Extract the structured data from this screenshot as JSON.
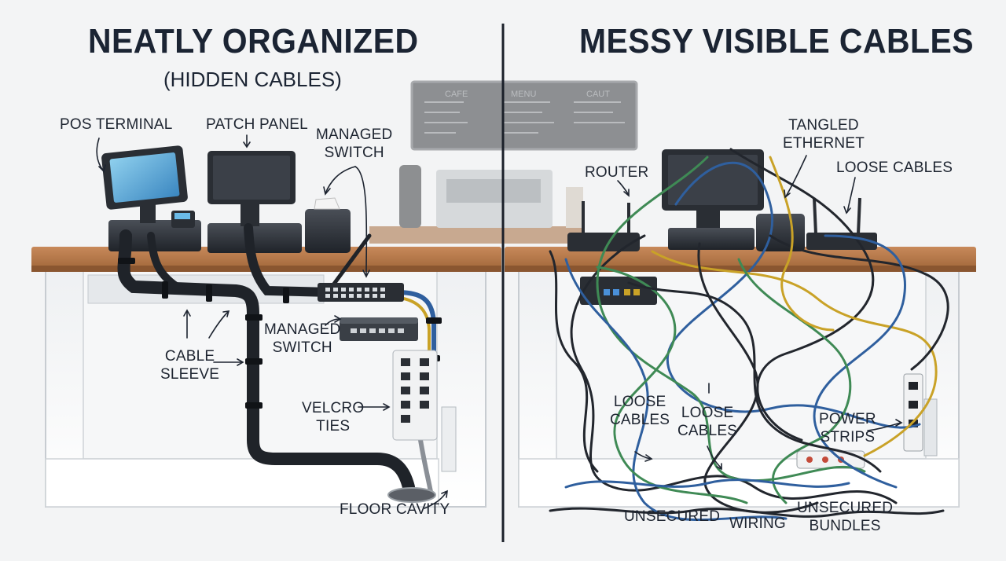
{
  "left_panel": {
    "title": "NEATLY ORGANIZED",
    "subtitle": "(HIDDEN CABLES)",
    "labels": {
      "pos_terminal": "POS TERMINAL",
      "patch_panel": "PATCH PANEL",
      "managed_switch_top": "MANAGED\nSWITCH",
      "managed_switch_mid": "MANAGED\nSWITCH",
      "cable_sleeve": "CABLE\nSLEEVE",
      "velcro_ties": "VELCRO\nTIES",
      "floor_cavity": "FLOOR CAVITY"
    }
  },
  "right_panel": {
    "title": "MESSY VISIBLE CABLES",
    "labels": {
      "router": "ROUTER",
      "tangled_ethernet": "TANGLED\nETHERNET",
      "loose_cables_top": "LOOSE CABLES",
      "loose_cables_a": "LOOSE\nCABLES",
      "loose_cables_b": "LOOSE\nCABLES",
      "power_strips": "POWER\nSTRIPS",
      "unsecured": "UNSECURED",
      "wiring": "WIRING",
      "unsecured_bundles": "UNSECURED\nBUNDLES"
    }
  },
  "background": {
    "menu_board": [
      "CAFE",
      "MENU",
      "CAUT"
    ]
  },
  "colors": {
    "divider": "#1a1f29",
    "counter_wood": "#b77a47",
    "cabinet": "#ffffff",
    "label_text": "#1d2430",
    "cable_blue": "#2f5f9e",
    "cable_green": "#3f8a55",
    "cable_yellow": "#c9a227",
    "cable_black": "#22262d"
  }
}
